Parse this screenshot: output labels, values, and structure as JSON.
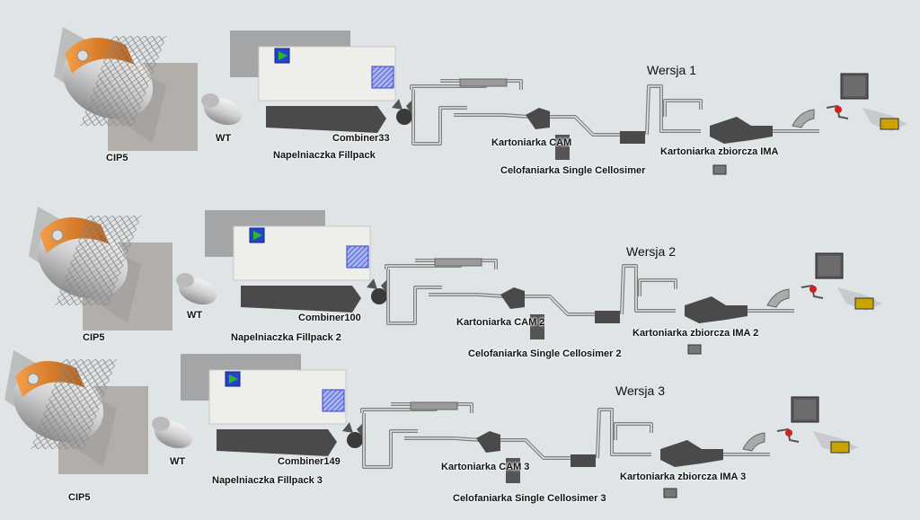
{
  "colors": {
    "background": "#dfe4e6",
    "tank_orange": "#e07a1e",
    "machine_white": "#eeeeea",
    "indicator_blue": "#2244cc",
    "indicator_green": "#29b829",
    "machine_dark": "#4a4a4a"
  },
  "icons": {
    "tank": "silo-tank-icon",
    "start": "green-triangle-icon",
    "hatch": "blue-hatched-square-icon"
  },
  "lines": [
    {
      "version_label": "Wersja 1",
      "cip": "CIP5",
      "wt": "WT",
      "combiner": "Combiner33",
      "filler": "Napelniaczka Fillpack",
      "cartoner": "Kartoniarka CAM",
      "cellophane": "Celofaniarka Single Cellosimer",
      "case_packer": "Kartoniarka zbiorcza IMA"
    },
    {
      "version_label": "Wersja 2",
      "cip": "CIP5",
      "wt": "WT",
      "combiner": "Combiner100",
      "filler": "Napelniaczka Fillpack 2",
      "cartoner": "Kartoniarka CAM 2",
      "cellophane": "Celofaniarka Single Cellosimer 2",
      "case_packer": "Kartoniarka zbiorcza IMA 2"
    },
    {
      "version_label": "Wersja 3",
      "cip": "CIP5",
      "wt": "WT",
      "combiner": "Combiner149",
      "filler": "Napelniaczka Fillpack 3",
      "cartoner": "Kartoniarka CAM 3",
      "cellophane": "Celofaniarka Single Cellosimer 3",
      "case_packer": "Kartoniarka zbiorcza IMA 3"
    }
  ]
}
